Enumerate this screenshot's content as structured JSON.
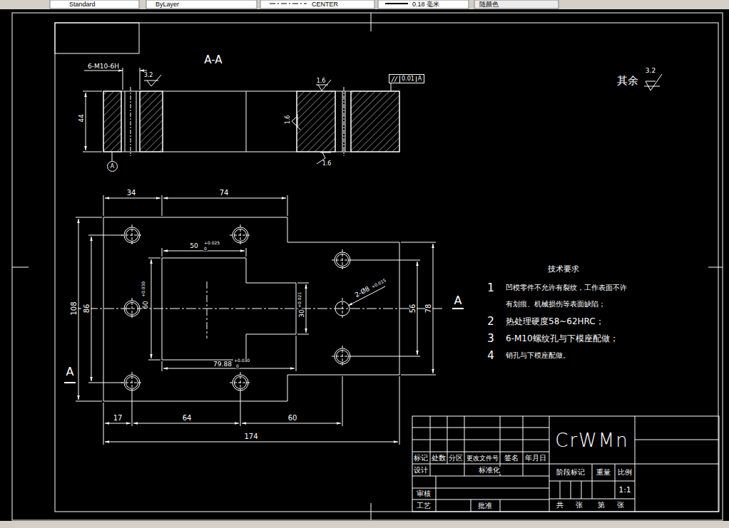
{
  "diagram": {
    "nodes": [
      {
        "text": [
          "0.01",
          "A"
        ]
      },
      {
        "text": [
          "A"
        ]
      }
    ],
    "labels": [
      "Standard",
      "ByLayer",
      "CENTER",
      "0.18 毫米",
      "随颜色",
      "A-A",
      "6-M10-6H",
      "3.2",
      "44",
      "1.6",
      "1.6",
      "1.6",
      "其余",
      "3.2",
      "34",
      "74",
      "50",
      "+0.025",
      "0",
      "60",
      "+0.030",
      "30",
      "+0.021",
      "2-Ø8",
      "+0.015",
      "79.88",
      "+0.030",
      "0",
      "108",
      "86",
      "56",
      "78",
      "A",
      "A",
      "17",
      "64",
      "60",
      "174",
      "技术要求",
      "1",
      "凹模零件不允许有裂纹，工作表面不许",
      "有划痕、机械损伤等表面缺陷；",
      "2",
      "热处理硬度58~62HRC；",
      "3",
      "6-M10螺纹孔与下模座配做；",
      "4",
      "销孔与下模座配做。",
      "CrWMn",
      "标记",
      "处数",
      "分区",
      "更改文件号",
      "签名",
      "年月日",
      "设计",
      "标准化",
      "审核",
      "工艺",
      "批准",
      "阶段标记",
      "重量",
      "比例",
      "1:1",
      "共",
      "张",
      "第",
      "张"
    ]
  }
}
